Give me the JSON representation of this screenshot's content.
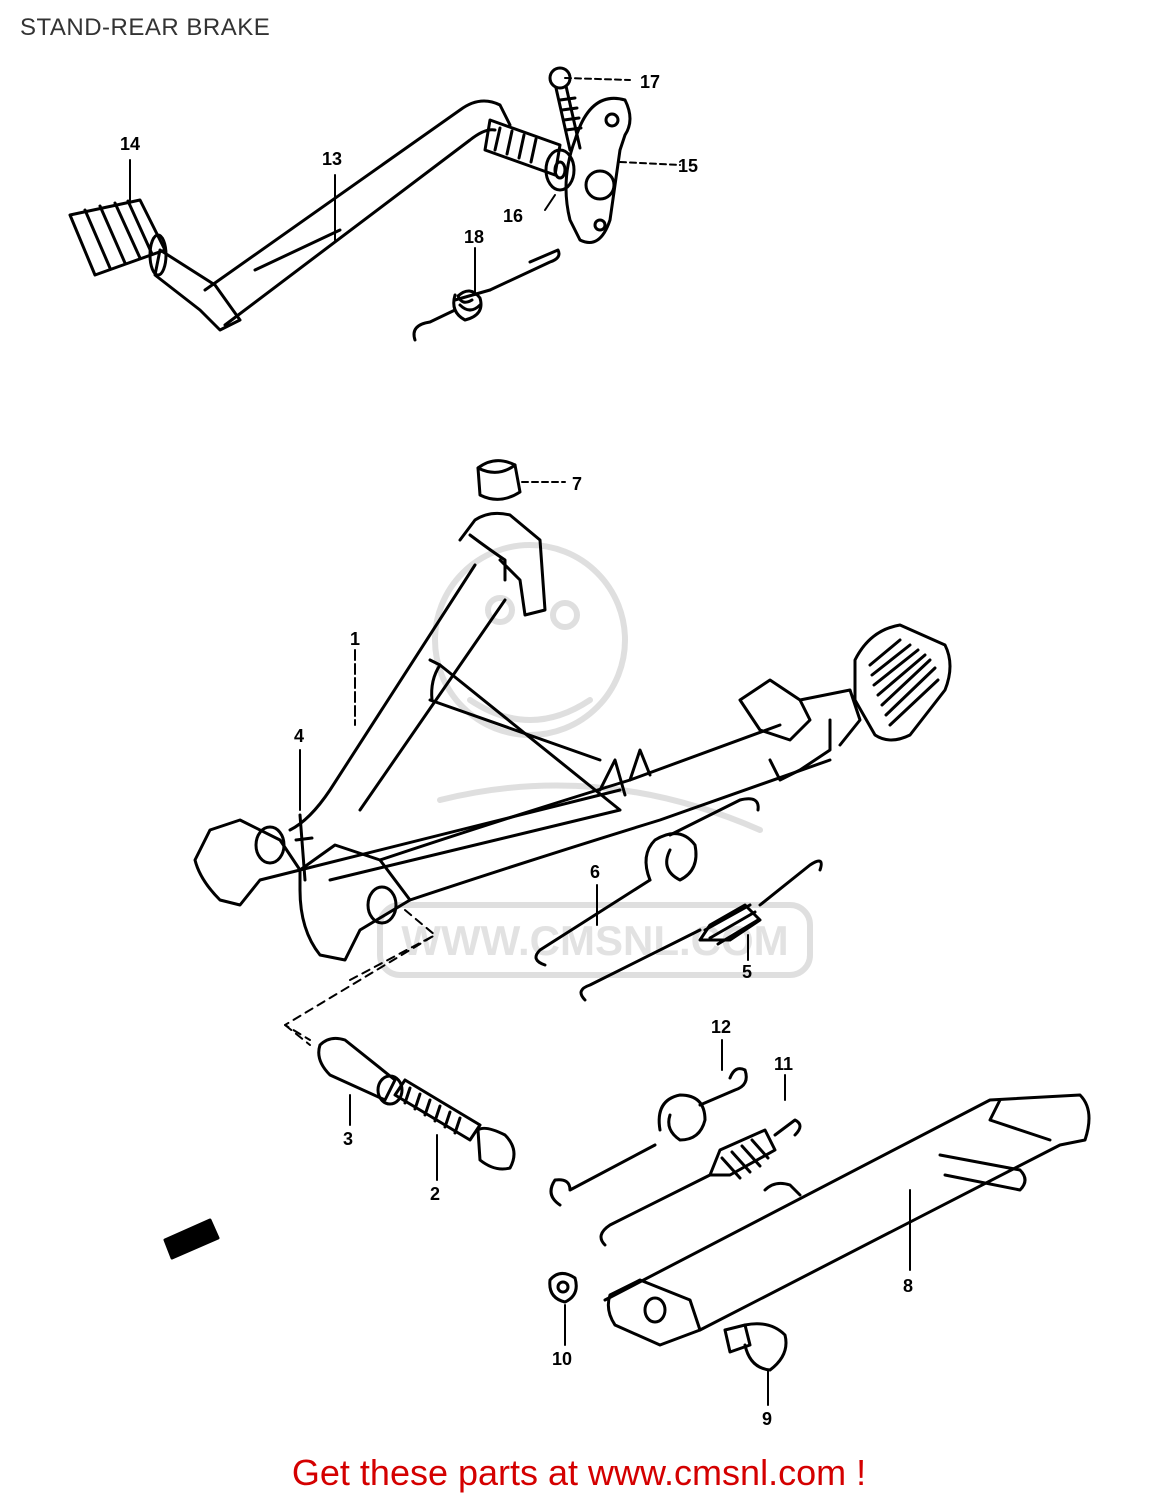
{
  "header": {
    "title": "STAND-REAR BRAKE"
  },
  "watermark": {
    "text": "WWW.CMSNL.COM"
  },
  "callouts": [
    {
      "id": "1",
      "label": "1"
    },
    {
      "id": "2",
      "label": "2"
    },
    {
      "id": "3",
      "label": "3"
    },
    {
      "id": "4",
      "label": "4"
    },
    {
      "id": "5",
      "label": "5"
    },
    {
      "id": "6",
      "label": "6"
    },
    {
      "id": "7",
      "label": "7"
    },
    {
      "id": "8",
      "label": "8"
    },
    {
      "id": "9",
      "label": "9"
    },
    {
      "id": "10",
      "label": "10"
    },
    {
      "id": "11",
      "label": "11"
    },
    {
      "id": "12",
      "label": "12"
    },
    {
      "id": "13",
      "label": "13"
    },
    {
      "id": "14",
      "label": "14"
    },
    {
      "id": "15",
      "label": "15"
    },
    {
      "id": "16",
      "label": "16"
    },
    {
      "id": "17",
      "label": "17"
    },
    {
      "id": "18",
      "label": "18"
    }
  ],
  "footer": {
    "cta": "Get these parts at www.cmsnl.com !"
  },
  "colors": {
    "line": "#000000",
    "cta": "#d40000",
    "watermark": "#d9d9d9"
  }
}
